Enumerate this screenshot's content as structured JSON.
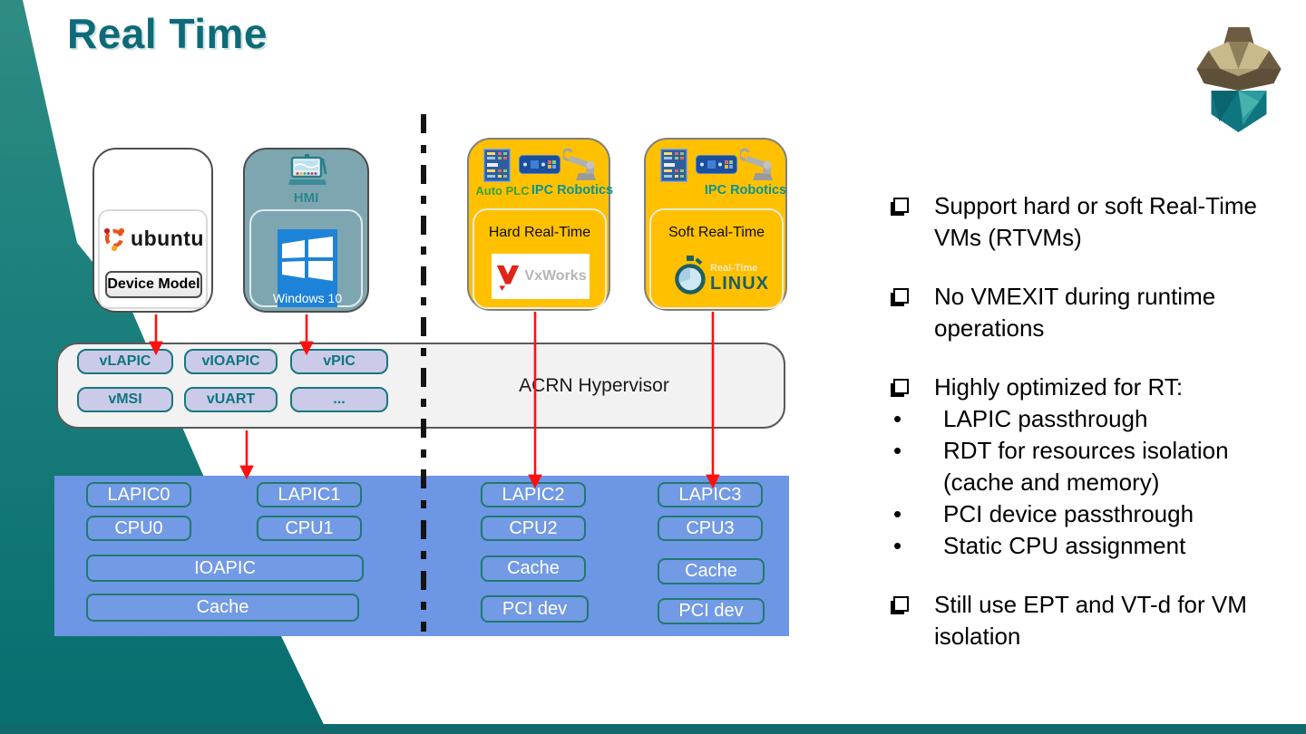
{
  "slide": {
    "title": "Real Time"
  },
  "colors": {
    "accent_teal": "#0F6A78",
    "wedge_top": "#2E8C83",
    "wedge_bottom": "#076D6E",
    "hypervisor_bg": "#F2F2F2",
    "vchip_bg": "#CBCBE9",
    "vchip_border": "#17787C",
    "hardware_bg": "#6D96E4",
    "rtvm_yellow": "#FFC000",
    "hmi_bg": "#7EA6B0",
    "arrow_red": "#FF0F0F",
    "ubuntu_orange": "#E95420",
    "windows_blue": "#1D83D8",
    "vxworks_red": "#E2231A",
    "rtlinux_teal": "#1D5F63"
  },
  "icons": [
    "acorn-logo",
    "hmi-icon",
    "auto-plc-icon",
    "ipc-icon",
    "robot-arm-icon",
    "ubuntu-logo",
    "windows-flag-logo",
    "vxworks-logo",
    "rt-linux-stopwatch-icon"
  ],
  "vms": [
    {
      "os_label": "ubuntu",
      "device_model_label": "Device Model"
    },
    {
      "header": "HMI",
      "os_label": "Windows 10"
    },
    {
      "tag_left": "Auto PLC",
      "tag_right": "IPC Robotics",
      "rt_label": "Hard Real-Time",
      "os_label": "VxWorks"
    },
    {
      "tag_right": "IPC Robotics",
      "rt_label": "Soft Real-Time",
      "os_label_small": "Real-Time",
      "os_label": "LINUX"
    }
  ],
  "hypervisor": {
    "label": "ACRN Hypervisor",
    "components": [
      "vLAPIC",
      "vIOAPIC",
      "vPIC",
      "vMSI",
      "vUART",
      "..."
    ]
  },
  "hardware": {
    "col_a": [
      "LAPIC0",
      "CPU0"
    ],
    "col_b": [
      "LAPIC1",
      "CPU1"
    ],
    "wide": [
      "IOAPIC",
      "Cache"
    ],
    "col_c": [
      "LAPIC2",
      "CPU2",
      "Cache",
      "PCI dev"
    ],
    "col_d": [
      "LAPIC3",
      "CPU3",
      "Cache",
      "PCI dev"
    ]
  },
  "bullets": [
    {
      "text": "Support hard or soft Real-Time VMs (RTVMs)"
    },
    {
      "text": "No VMEXIT during runtime operations"
    },
    {
      "text": "Highly optimized for RT:",
      "subs": [
        "LAPIC passthrough",
        "RDT for resources isolation (cache and memory)",
        "PCI device passthrough",
        "Static CPU assignment"
      ]
    },
    {
      "text": "Still use EPT and VT-d for VM isolation"
    }
  ]
}
